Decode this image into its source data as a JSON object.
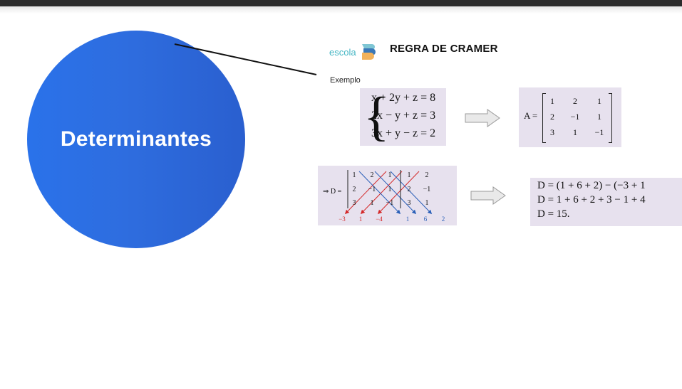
{
  "circle": {
    "title": "Determinantes"
  },
  "logo": {
    "word": "escola",
    "icon": "escola-s-logo-icon"
  },
  "slide": {
    "title": "REGRA DE CRAMER",
    "example_label": "Exemplo"
  },
  "system": {
    "equations": [
      "x + 2y + z = 8",
      "2x − y + z = 3",
      "3x + y − z = 2"
    ]
  },
  "matrix_a": {
    "label": "A =",
    "rows": [
      [
        "1",
        "2",
        "1"
      ],
      [
        "2",
        "−1",
        "1"
      ],
      [
        "3",
        "1",
        "−1"
      ]
    ]
  },
  "sarrus": {
    "label": "⇒ D =",
    "rows": [
      [
        "1",
        "2",
        "1",
        "1",
        "2"
      ],
      [
        "2",
        "−1",
        "1",
        "2",
        "−1"
      ],
      [
        "3",
        "1",
        "−1",
        "3",
        "1"
      ]
    ],
    "negative_products": [
      "−3",
      "1",
      "−4"
    ],
    "positive_products": [
      "1",
      "6",
      "2"
    ],
    "colors": {
      "negative": "#d42828",
      "positive": "#2a5fb8"
    }
  },
  "result": {
    "lines": [
      "D = (1 + 6 + 2) − (−3 + 1",
      "D = 1 + 6 + 2 + 3 − 1 + 4",
      "D = 15."
    ]
  },
  "colors": {
    "circle": "#2e6ddf",
    "panel": "#e7e1ee",
    "arrow": "#e9e9e9"
  }
}
